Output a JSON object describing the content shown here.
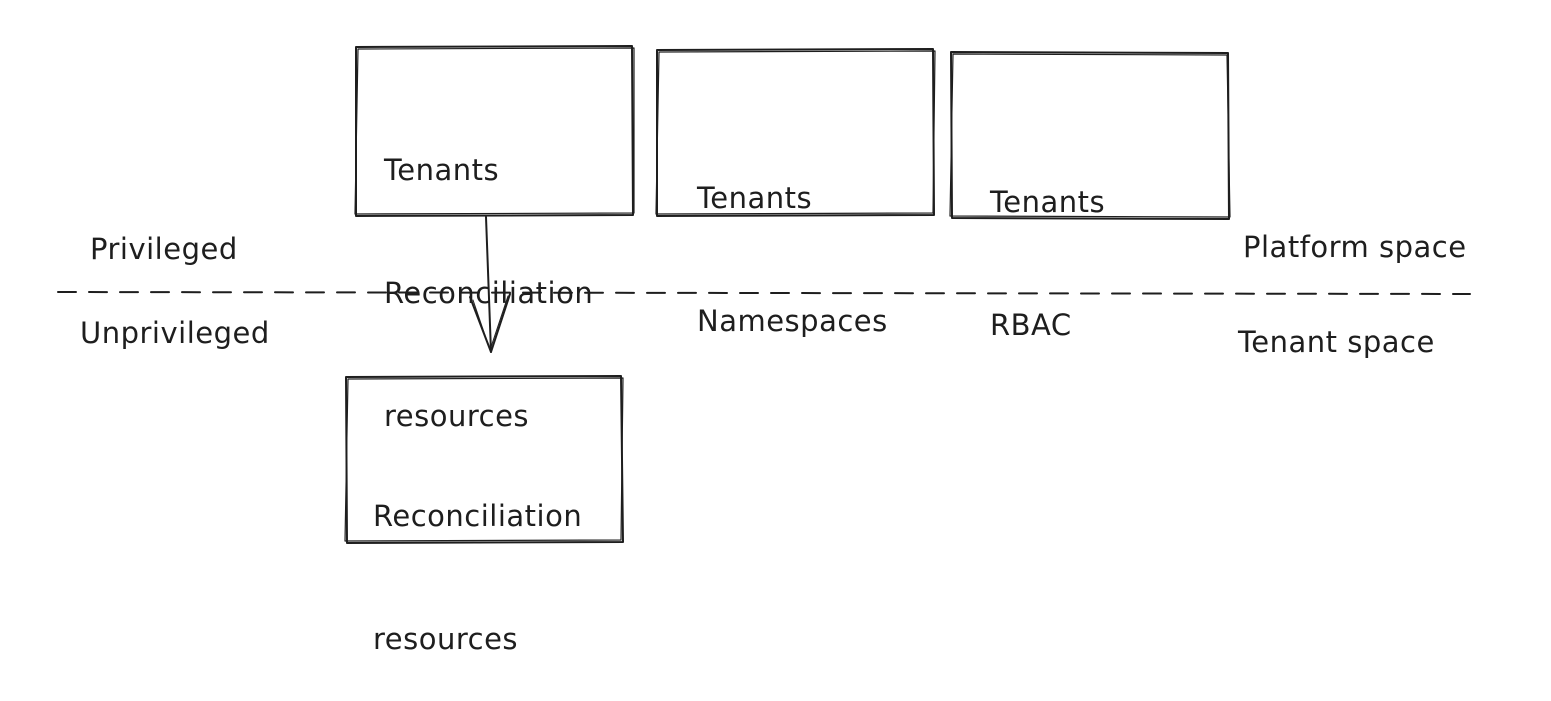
{
  "colors": {
    "stroke": "#1e1e1e",
    "background": "#ffffff"
  },
  "boxes": {
    "tenants_reconciliation": {
      "lines": [
        "Tenants",
        "Reconciliation",
        "resources"
      ]
    },
    "tenants_namespaces": {
      "lines": [
        "Tenants",
        "Namespaces"
      ]
    },
    "tenants_rbac": {
      "lines": [
        "Tenants",
        "RBAC"
      ]
    },
    "reconciliation_resources": {
      "lines": [
        "Reconciliation",
        "resources"
      ]
    }
  },
  "labels": {
    "privileged": "Privileged",
    "unprivileged": "Unprivileged",
    "platform_space": "Platform space",
    "tenant_space": "Tenant space"
  }
}
